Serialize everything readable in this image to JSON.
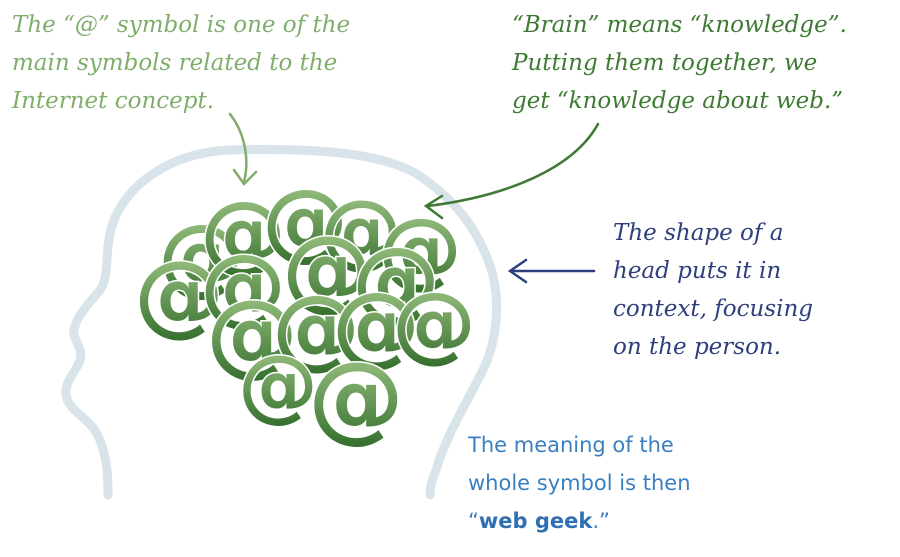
{
  "annotations": {
    "at_symbol": {
      "lines": [
        "The “@” symbol is one of the",
        "main symbols related to the",
        "Internet concept."
      ]
    },
    "brain": {
      "lines": [
        "“Brain” means “knowledge”.",
        "Putting them together, we",
        "get “knowledge about web.”"
      ]
    },
    "head_shape": {
      "lines": [
        "The shape of a",
        "head puts it in",
        "context, focusing",
        "on the person."
      ]
    },
    "meaning": {
      "line1": "The meaning of the",
      "line2": "whole symbol is then",
      "line3_prefix": "“",
      "line3_bold": "web geek",
      "line3_suffix": ".”"
    }
  },
  "brain_glyph": "@",
  "colors": {
    "green_light": "#7fae6b",
    "green_dark": "#3e7a33",
    "navy": "#2e3f7c",
    "blue": "#3a7fc0",
    "head_outline": "#d9e3ea"
  }
}
